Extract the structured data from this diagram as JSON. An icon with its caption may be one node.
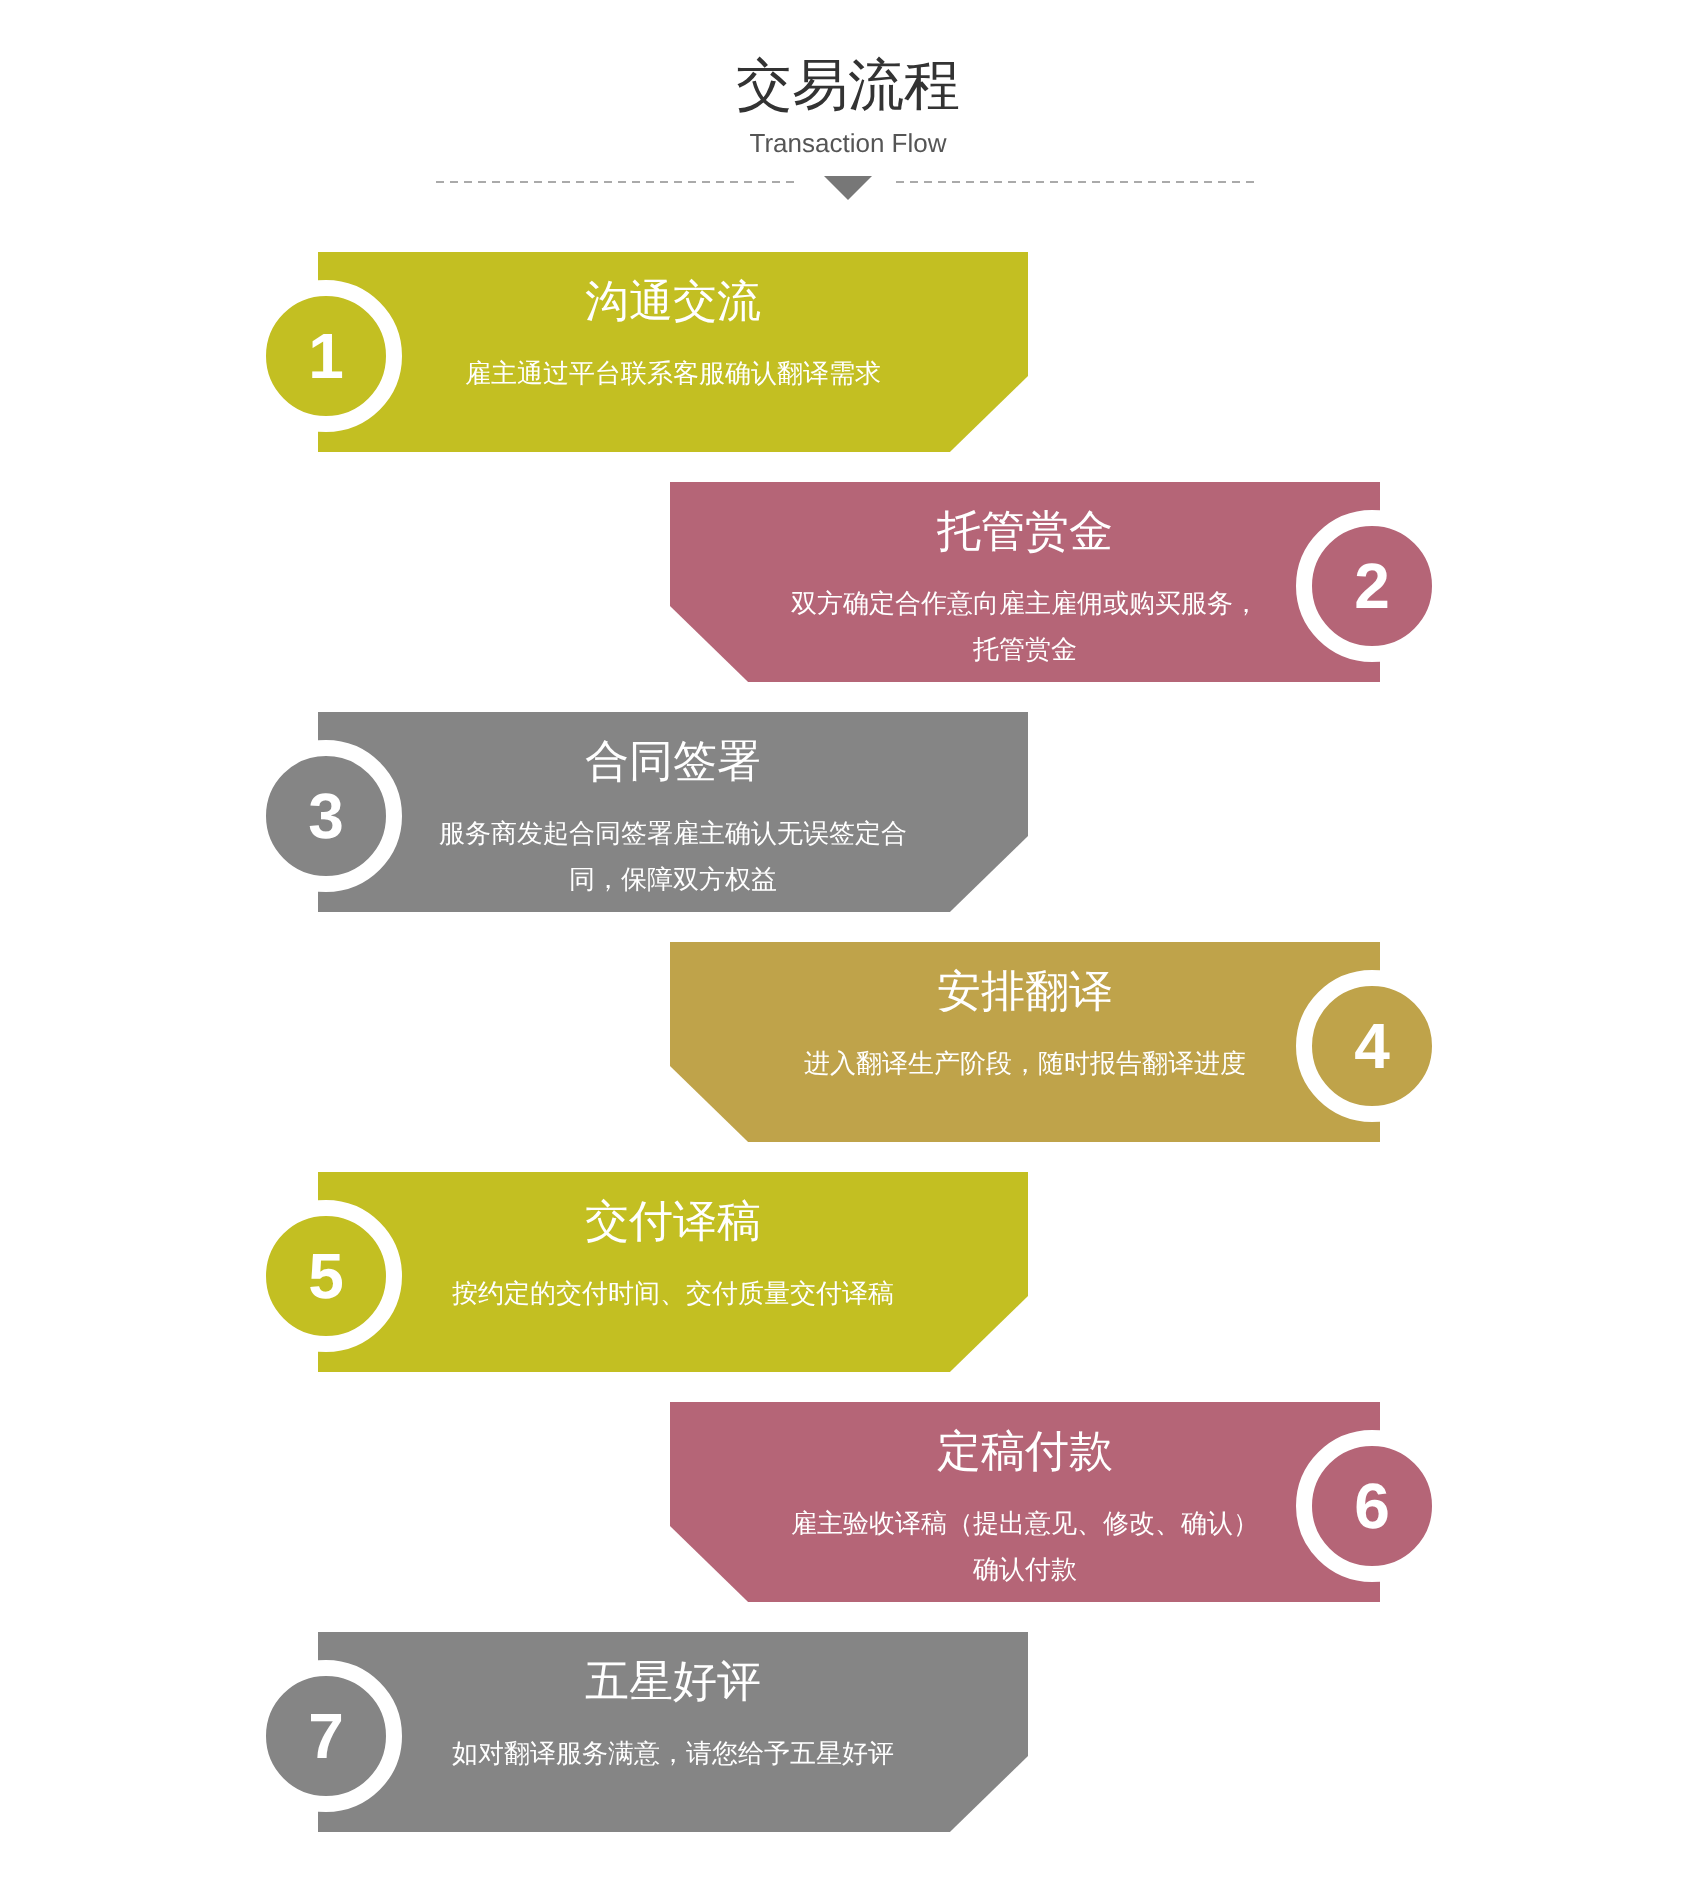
{
  "diagram": {
    "title": "交易流程",
    "nodes": [
      {
        "text": [
          "沟通交流",
          "雇主通过平台联系客服确认翻译需求"
        ]
      },
      {
        "text": [
          "1"
        ]
      },
      {
        "text": [
          "托管赏金",
          "双方确定合作意向雇主雇佣或购买服务，托管赏金"
        ]
      },
      {
        "text": [
          "2"
        ]
      },
      {
        "text": [
          "合同签署",
          "服务商发起合同签署雇主确认无误签定合同，保障双方权益"
        ]
      },
      {
        "text": [
          "3"
        ]
      },
      {
        "text": [
          "安排翻译",
          "进入翻译生产阶段，随时报告翻译进度"
        ]
      },
      {
        "text": [
          "4"
        ]
      },
      {
        "text": [
          "交付译稿",
          "按约定的交付时间、交付质量交付译稿"
        ]
      },
      {
        "text": [
          "5"
        ]
      },
      {
        "text": [
          "定稿付款",
          "雇主验收译稿（提出意见、修改、确认）确认付款"
        ]
      },
      {
        "text": [
          "6"
        ]
      },
      {
        "text": [
          "五星好评",
          "如对翻译服务满意，请您给予五星好评"
        ]
      },
      {
        "text": [
          "7"
        ]
      }
    ],
    "edges": [],
    "labels": [
      "Transaction Flow"
    ]
  }
}
